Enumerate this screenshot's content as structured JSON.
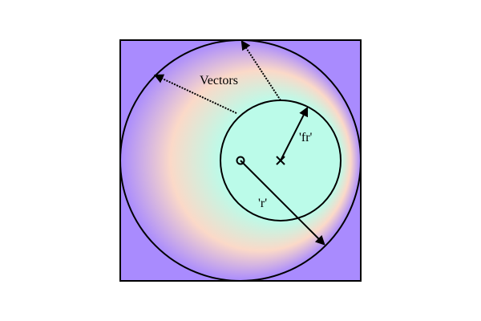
{
  "labels": {
    "vectors": "Vectors",
    "focal_radius": "'fr'",
    "radius": "'r'"
  },
  "colors": {
    "frame_fill": "#a98bfe",
    "gradient_inner": "#bbfbe9",
    "gradient_mid": "#fbd9c8",
    "gradient_outer": "#a98bfe",
    "stroke": "#000000"
  },
  "markers": {
    "center": "center-circle-marker",
    "focal_point": "focal-x-marker"
  }
}
